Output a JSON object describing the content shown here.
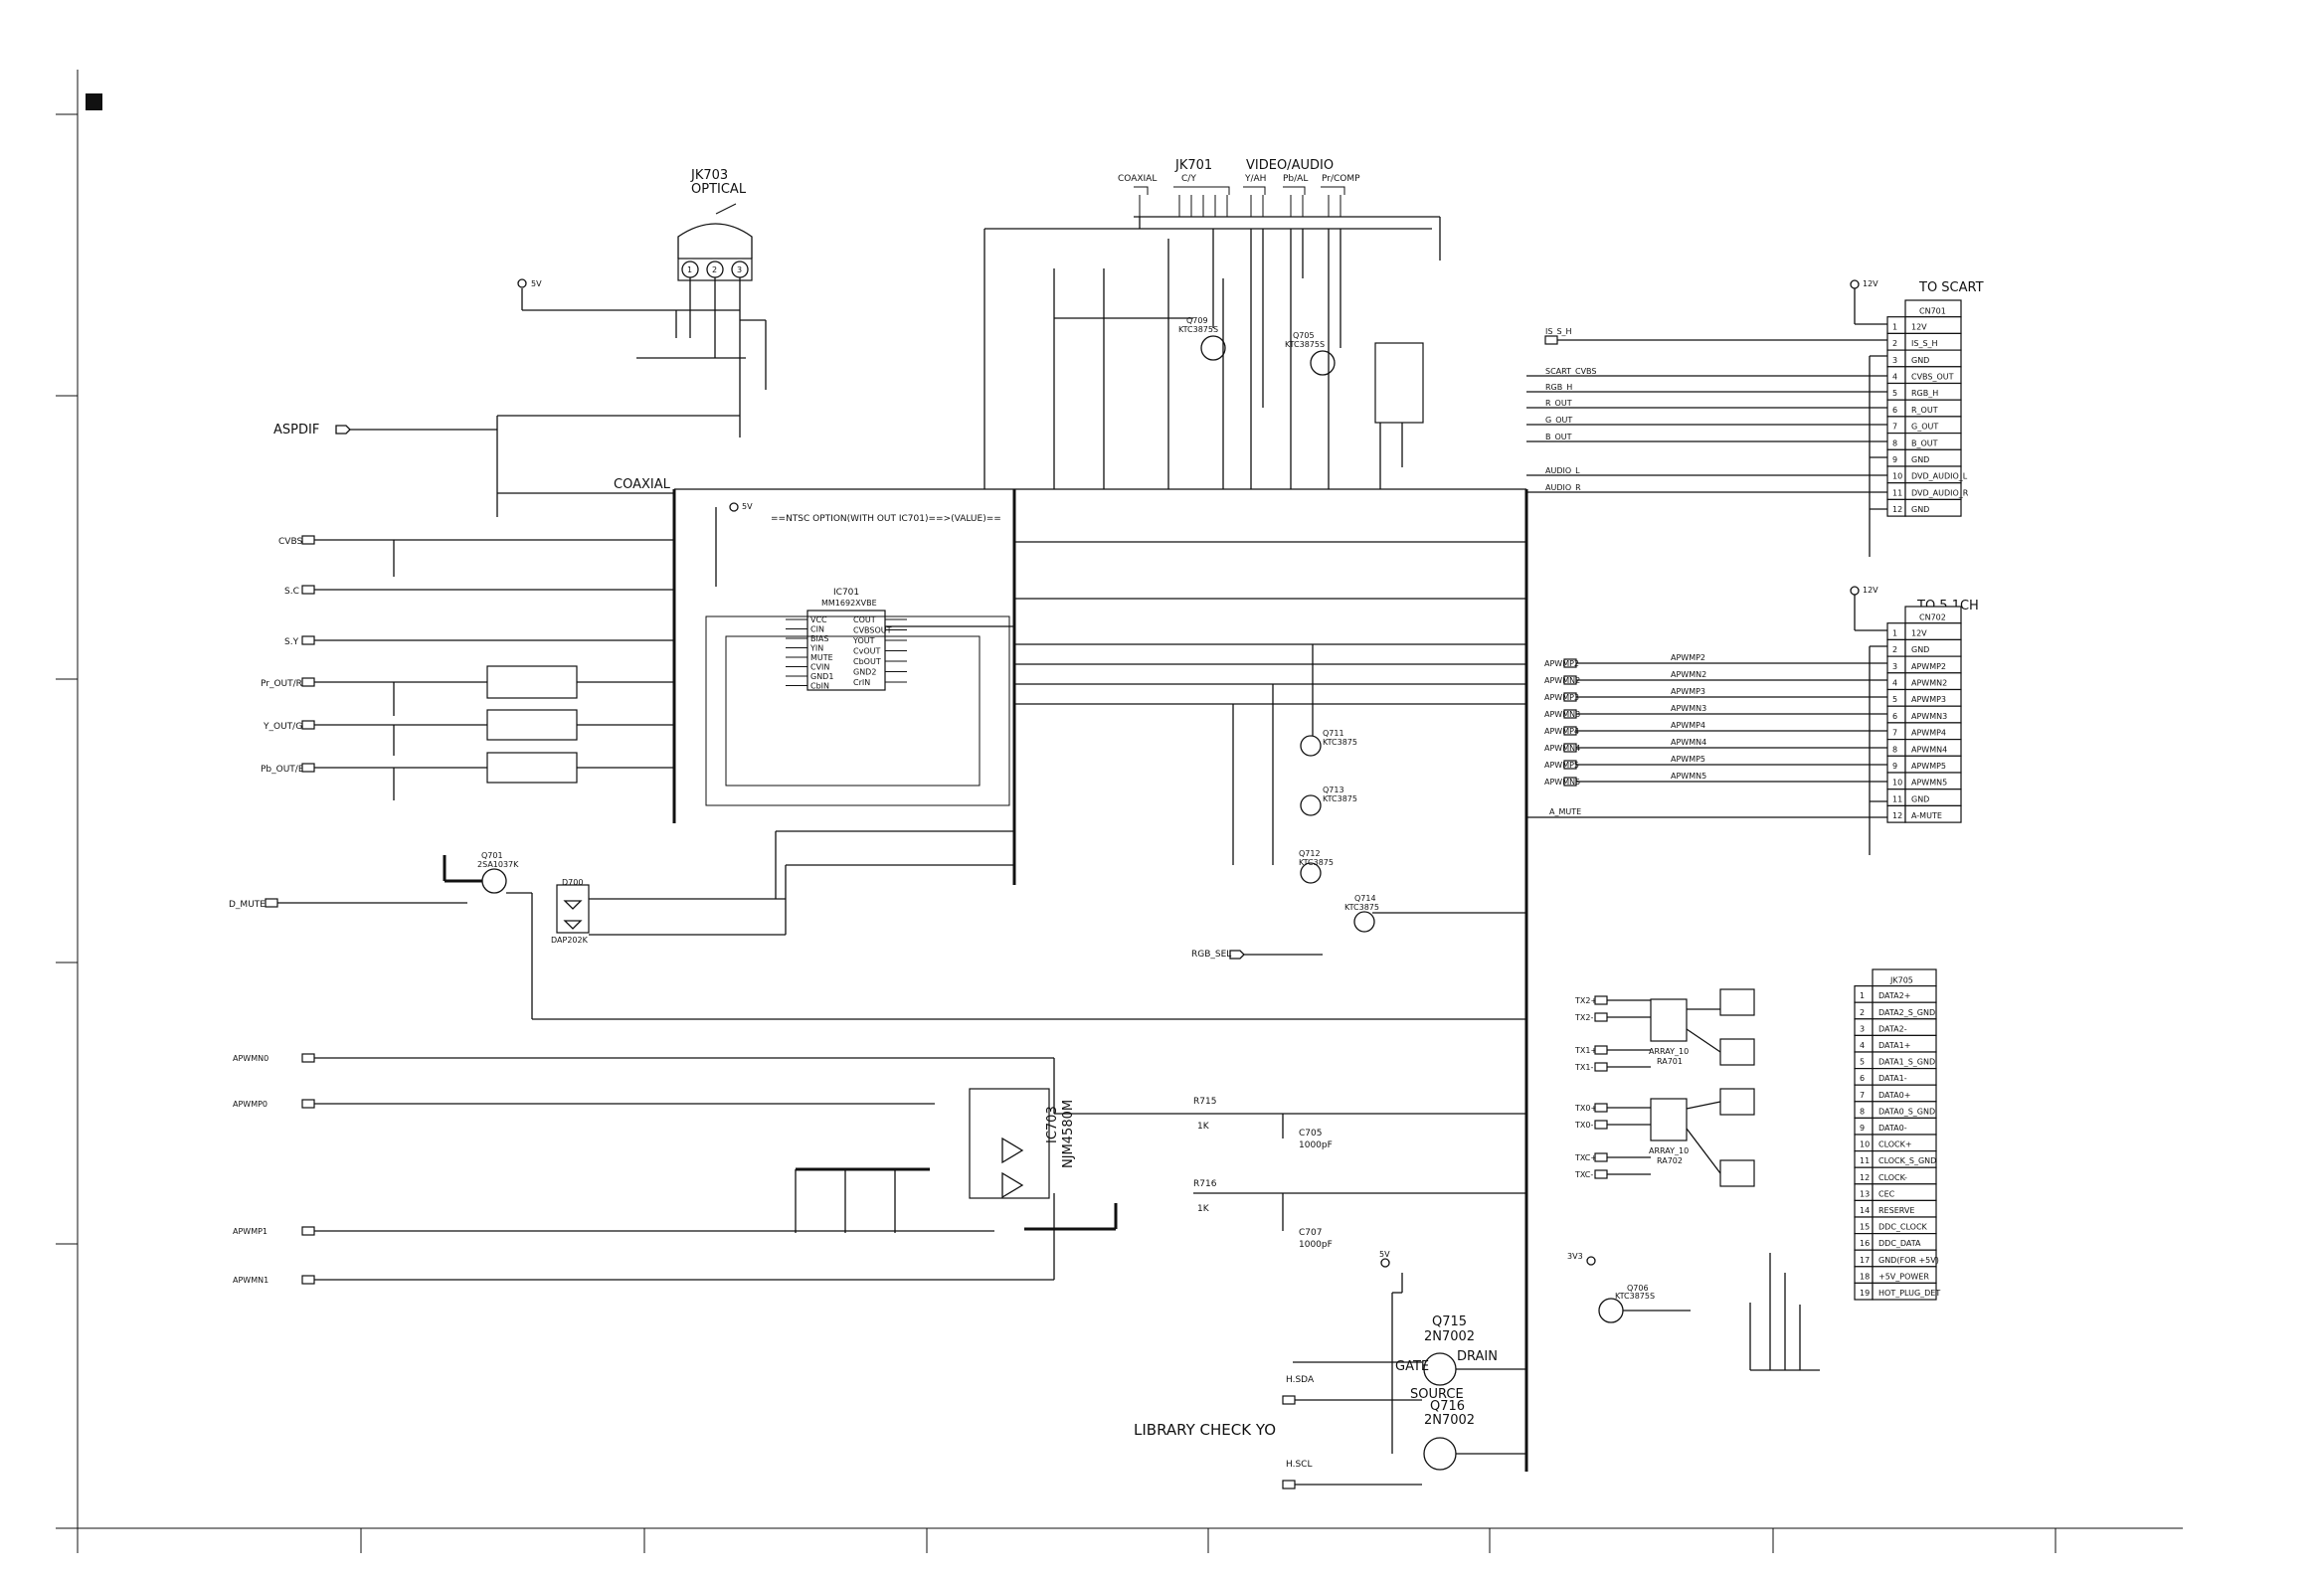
{
  "title_texts": {
    "jk703": "JK703",
    "optical": "OPTICAL",
    "jk701": "JK701",
    "video_audio": "VIDEO/AUDIO",
    "coaxial_top": "COAXIAL",
    "cy": "C/Y",
    "yah": "Y/AH",
    "pbal": "Pb/AL",
    "prcomp": "Pr/COMP",
    "coaxial_mid": "COAXIAL",
    "aspdif": "ASPDIF",
    "ntsc_note": "==NTSC OPTION(WITH OUT IC701)==>(VALUE)==",
    "library": "LIBRARY CHECK YO",
    "to_scart": "TO SCART",
    "to_51ch": "TO 5.1CH"
  },
  "ic701": {
    "ref": "IC701",
    "part": "MM1692XVBE",
    "pins_left": [
      "VCC",
      "CIN",
      "BIAS",
      "YIN",
      "MUTE",
      "CVIN",
      "GND1",
      "CbIN"
    ],
    "pins_right": [
      "COUT",
      "CVBSOUT",
      "YOUT",
      "CvOUT",
      "CbOUT",
      "GND2",
      "CrIN"
    ]
  },
  "ic703": {
    "ref": "IC703",
    "part": "NJM4580M"
  },
  "left_ports": [
    "CVBS",
    "S.C",
    "S.Y",
    "Pr_OUT/R",
    "Y_OUT/G",
    "Pb_OUT/B",
    "D_MUTE",
    "APWMN0",
    "APWMP0",
    "APWMP1",
    "APWMN1"
  ],
  "transistors": [
    {
      "ref": "Q701",
      "part": "2SA1037K"
    },
    {
      "ref": "Q709",
      "part": "KTC3875S"
    },
    {
      "ref": "Q705",
      "part": "KTC3875S"
    },
    {
      "ref": "Q711",
      "part": "KTC3875"
    },
    {
      "ref": "Q713",
      "part": "KTC3875"
    },
    {
      "ref": "Q712",
      "part": "KTC3875"
    },
    {
      "ref": "Q714",
      "part": "KTC3875"
    },
    {
      "ref": "Q706",
      "part": "KTC3875S"
    },
    {
      "ref": "Q715",
      "part": "2N7002"
    },
    {
      "ref": "Q716",
      "part": "2N7002"
    }
  ],
  "mosfet_labels": {
    "gate": "GATE",
    "drain": "DRAIN",
    "source": "SOURCE"
  },
  "misc_labels": {
    "d700": "D700",
    "dap202k": "DAP202K",
    "rgb_sel": "RGB_SEL",
    "h_sda": "H.SDA",
    "h_scl": "H.SCL",
    "array1": "ARRAY_10",
    "ra701": "RA701",
    "array2": "ARRAY_10",
    "ra702": "RA702",
    "v5": "5V",
    "v12": "12V",
    "v3": "3V3",
    "r715": "R715",
    "r716": "R716",
    "c705": "C705",
    "c707": "C707",
    "r715v": "1K",
    "c705v": "1000pF",
    "r716v": "1K",
    "c707v": "1000pF"
  },
  "cn701": {
    "ref": "CN701",
    "pins": [
      {
        "n": "1",
        "name": "12V"
      },
      {
        "n": "2",
        "name": "IS_S_H"
      },
      {
        "n": "3",
        "name": "GND"
      },
      {
        "n": "4",
        "name": "CVBS_OUT"
      },
      {
        "n": "5",
        "name": "RGB_H"
      },
      {
        "n": "6",
        "name": "R_OUT"
      },
      {
        "n": "7",
        "name": "G_OUT"
      },
      {
        "n": "8",
        "name": "B_OUT"
      },
      {
        "n": "9",
        "name": "GND"
      },
      {
        "n": "10",
        "name": "DVD_AUDIO_L"
      },
      {
        "n": "11",
        "name": "DVD_AUDIO_R"
      },
      {
        "n": "12",
        "name": "GND"
      }
    ]
  },
  "cn702": {
    "ref": "CN702",
    "pins": [
      {
        "n": "1",
        "name": "12V"
      },
      {
        "n": "2",
        "name": "GND"
      },
      {
        "n": "3",
        "name": "APWMP2"
      },
      {
        "n": "4",
        "name": "APWMN2"
      },
      {
        "n": "5",
        "name": "APWMP3"
      },
      {
        "n": "6",
        "name": "APWMN3"
      },
      {
        "n": "7",
        "name": "APWMP4"
      },
      {
        "n": "8",
        "name": "APWMN4"
      },
      {
        "n": "9",
        "name": "APWMP5"
      },
      {
        "n": "10",
        "name": "APWMN5"
      },
      {
        "n": "11",
        "name": "GND"
      },
      {
        "n": "12",
        "name": "A-MUTE"
      }
    ]
  },
  "jk705": {
    "ref": "JK705",
    "pins": [
      {
        "n": "1",
        "name": "DATA2+"
      },
      {
        "n": "2",
        "name": "DATA2_S_GND"
      },
      {
        "n": "3",
        "name": "DATA2-"
      },
      {
        "n": "4",
        "name": "DATA1+"
      },
      {
        "n": "5",
        "name": "DATA1_S_GND"
      },
      {
        "n": "6",
        "name": "DATA1-"
      },
      {
        "n": "7",
        "name": "DATA0+"
      },
      {
        "n": "8",
        "name": "DATA0_S_GND"
      },
      {
        "n": "9",
        "name": "DATA0-"
      },
      {
        "n": "10",
        "name": "CLOCK+"
      },
      {
        "n": "11",
        "name": "CLOCK_S_GND"
      },
      {
        "n": "12",
        "name": "CLOCK-"
      },
      {
        "n": "13",
        "name": "CEC"
      },
      {
        "n": "14",
        "name": "RESERVE"
      },
      {
        "n": "15",
        "name": "DDC_CLOCK"
      },
      {
        "n": "16",
        "name": "DDC_DATA"
      },
      {
        "n": "17",
        "name": "GND(FOR +5V)"
      },
      {
        "n": "18",
        "name": "+5V_POWER"
      },
      {
        "n": "19",
        "name": "HOT_PLUG_DET"
      }
    ]
  },
  "scart_nets": [
    "IS_S_H",
    "SCART_CVBS",
    "RGB_H",
    "R_OUT",
    "G_OUT",
    "B_OUT",
    "AUDIO_L",
    "AUDIO_R"
  ],
  "ch51_nets": [
    "APWMP2",
    "APWMN2",
    "APWMP3",
    "APWMN3",
    "APWMP4",
    "APWMN4",
    "APWMP5",
    "APWMN5",
    "A_MUTE"
  ],
  "hdmi_ports": [
    "TX2+",
    "TX2-",
    "TX1+",
    "TX1-",
    "TX0+",
    "TX0-",
    "TXC+",
    "TXC-"
  ]
}
